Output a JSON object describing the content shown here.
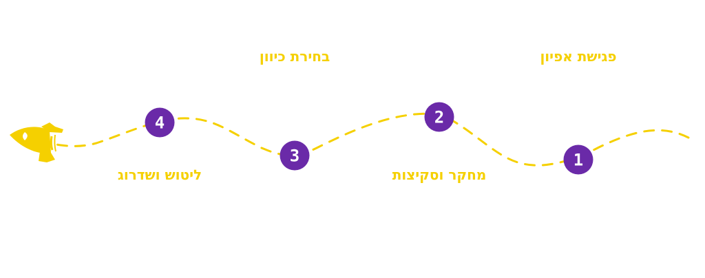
{
  "colors": {
    "accent": "#f5d000",
    "step": "#6a2aa8"
  },
  "steps": [
    {
      "number": "1",
      "label": "פגישת אפיון"
    },
    {
      "number": "2",
      "label": "מחקר וסקיצות"
    },
    {
      "number": "3",
      "label": "בחירת כיוון"
    },
    {
      "number": "4",
      "label": "ליטוש ושדרוג"
    }
  ],
  "icon": "rocket-icon"
}
